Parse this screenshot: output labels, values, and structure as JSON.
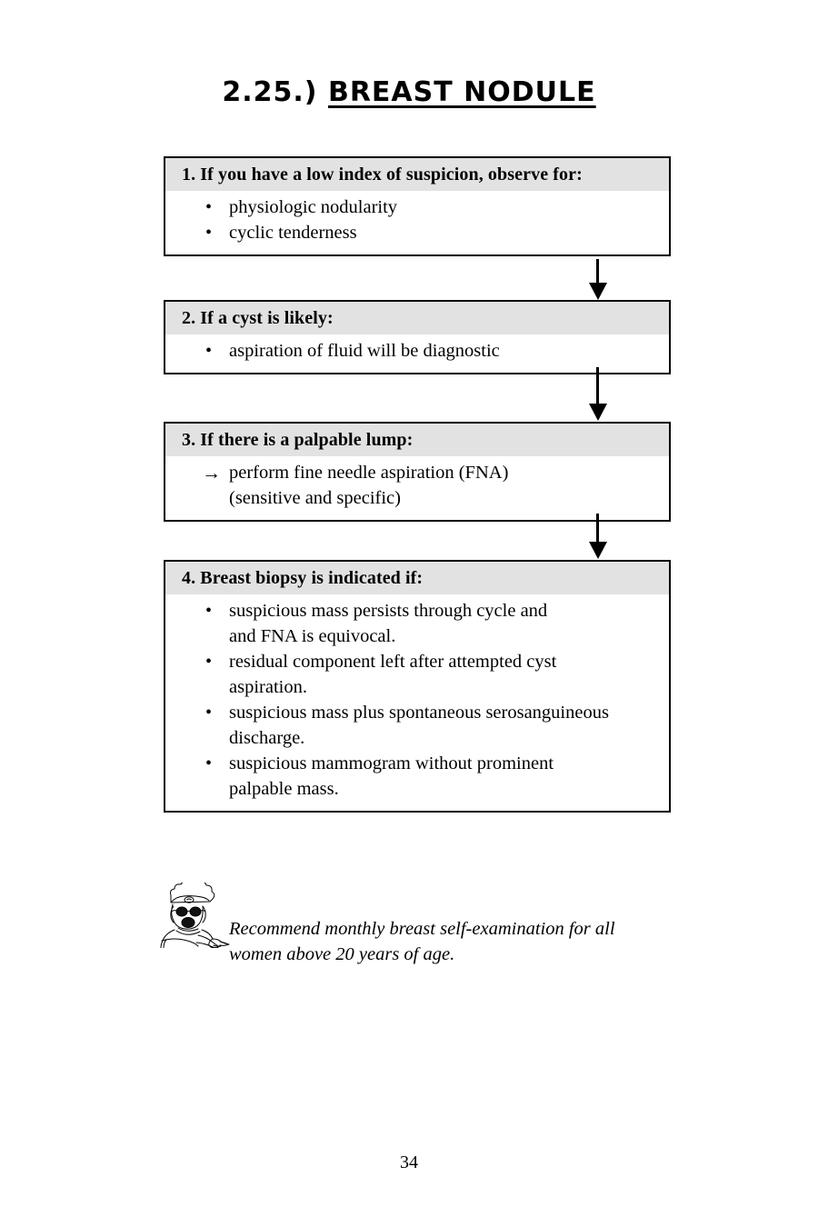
{
  "page": {
    "title_number": "2.25.)",
    "title_text": "BREAST NODULE",
    "page_number": "34",
    "header_fill": "#e2e2e2",
    "border_color": "#000000",
    "background": "#ffffff"
  },
  "flow": {
    "boxes": [
      {
        "header": "1. If you have a low index of suspicion, observe for:",
        "items": [
          {
            "marker": "bullet",
            "marker_glyph": "•",
            "text": "physiologic nodularity",
            "cont": ""
          },
          {
            "marker": "bullet",
            "marker_glyph": "•",
            "text": "cyclic tenderness",
            "cont": ""
          }
        ]
      },
      {
        "header": "2. If a cyst is likely:",
        "items": [
          {
            "marker": "bullet",
            "marker_glyph": "•",
            "text": "aspiration of fluid will be diagnostic",
            "cont": ""
          }
        ]
      },
      {
        "header": "3. If there is a palpable lump:",
        "items": [
          {
            "marker": "arrow",
            "marker_glyph": "→",
            "text": "perform fine needle aspiration (FNA)",
            "cont": "(sensitive and specific)"
          }
        ]
      },
      {
        "header": "4. Breast biopsy is indicated if:",
        "items": [
          {
            "marker": "bullet",
            "marker_glyph": "•",
            "text": "suspicious mass persists through cycle and",
            "cont": "and FNA is equivocal."
          },
          {
            "marker": "bullet",
            "marker_glyph": "•",
            "text": "residual component left after attempted cyst",
            "cont": "aspiration."
          },
          {
            "marker": "bullet",
            "marker_glyph": "•",
            "text": "suspicious mass plus spontaneous serosanguineous",
            "cont": "discharge."
          },
          {
            "marker": "bullet",
            "marker_glyph": "•",
            "text": "suspicious mammogram without prominent",
            "cont": "palpable mass."
          }
        ]
      }
    ],
    "connector_count": 3
  },
  "note": {
    "icon": "pointing-professor-icon",
    "line1": "Recommend monthly breast self-examination for all",
    "line2": "women above 20 years of age."
  }
}
